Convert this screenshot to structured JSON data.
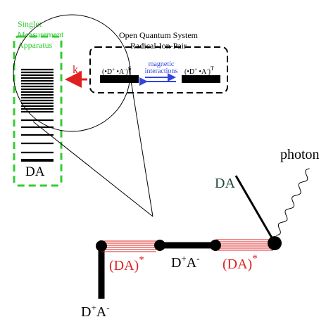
{
  "apparatus": {
    "title_lines": [
      "Singlet",
      "Measurement",
      "Apparatus"
    ],
    "label": "DA"
  },
  "open_system": {
    "title_lines": [
      "Open Quantum System",
      "Radical-Ion-Pair"
    ],
    "singlet_prefix": "(•D",
    "singlet_middle": " •A",
    "singlet_close": ")",
    "singlet_sup": "S",
    "triplet_prefix": "(•D",
    "triplet_middle": " •A",
    "triplet_close": ")",
    "triplet_sup": "T",
    "charge_plus": "+",
    "charge_minus": "-",
    "interaction_lines": [
      "magnetic",
      "interactions"
    ]
  },
  "rate": {
    "symbol": "k",
    "subscript": "S"
  },
  "chain": {
    "da_top": "DA",
    "photon": "photon",
    "excited_label": "(DA)",
    "excited_star": "*",
    "dplus_aminus_d": "D",
    "dplus_aminus_a": "A",
    "plus": "+",
    "minus": "-"
  },
  "colors": {
    "green": "#33cc33",
    "red": "#e02020",
    "blue": "#3344dd",
    "dark_green": "#1a4a3a",
    "black": "#000000"
  }
}
